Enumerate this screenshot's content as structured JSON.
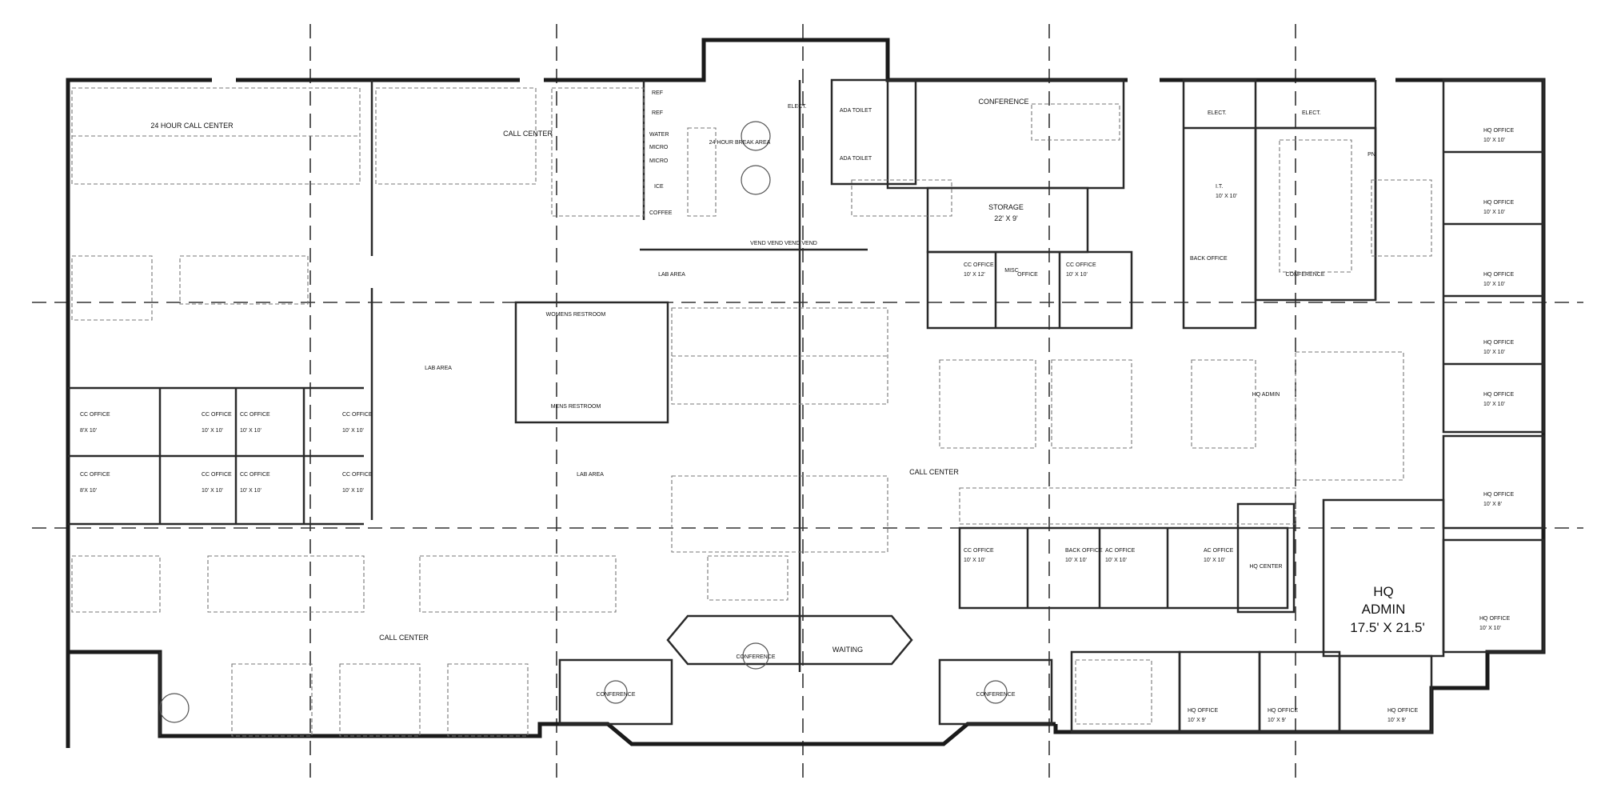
{
  "plan": {
    "labels": {
      "call_center_24hr": "24 HOUR CALL CENTER",
      "call_center_top": "CALL CENTER",
      "break_area": "24 HOUR BREAK AREA",
      "ref1": "REF",
      "ref2": "REF",
      "water": "WATER",
      "micro1": "MICRO",
      "micro2": "MICRO",
      "ice": "ICE",
      "coffee": "COFFEE",
      "vend": "VEND VEND VEND VEND",
      "elect1": "ELECT.",
      "elect2": "ELECT.",
      "elect3": "ELECT.",
      "ada_toilet1": "ADA TOILET",
      "ada_toilet2": "ADA TOILET",
      "conference_top": "CONFERENCE",
      "storage": "STORAGE",
      "storage_dim": "22' X 9'",
      "it": "I.T.",
      "it_dim": "10' X 10'",
      "conference_right": "CONFERENCE",
      "back_office": "BACK OFFICE",
      "lab_area1": "LAB AREA",
      "lab_area2": "LAB AREA",
      "lab_area3": "LAB AREA",
      "womens": "WOMENS RESTROOM",
      "mens": "MENS RESTROOM",
      "call_center_mid": "CALL CENTER",
      "call_center_bottom": "CALL CENTER",
      "hq_admin_small": "HQ ADMIN",
      "hq_admin_big1": "HQ",
      "hq_admin_big2": "ADMIN",
      "hq_admin_dim": "17.5' X 21.5'",
      "hq_center": "HQ CENTER",
      "waiting": "WAITING",
      "cc_office": "CC OFFICE",
      "hq_office": "HQ OFFICE",
      "ac_office": "AC OFFICE",
      "back_office2": "BACK OFFICE",
      "office": "OFFICE",
      "conference_small": "CONFERENCE",
      "pn": "PN",
      "misc": "MISC",
      "dim_10x10": "10' X 10'",
      "dim_10x12": "10' X 12'",
      "dim_10x8": "10' X 8'",
      "dim_8x10": "8'X 10'",
      "dim_10x9": "10' X 9'"
    }
  }
}
